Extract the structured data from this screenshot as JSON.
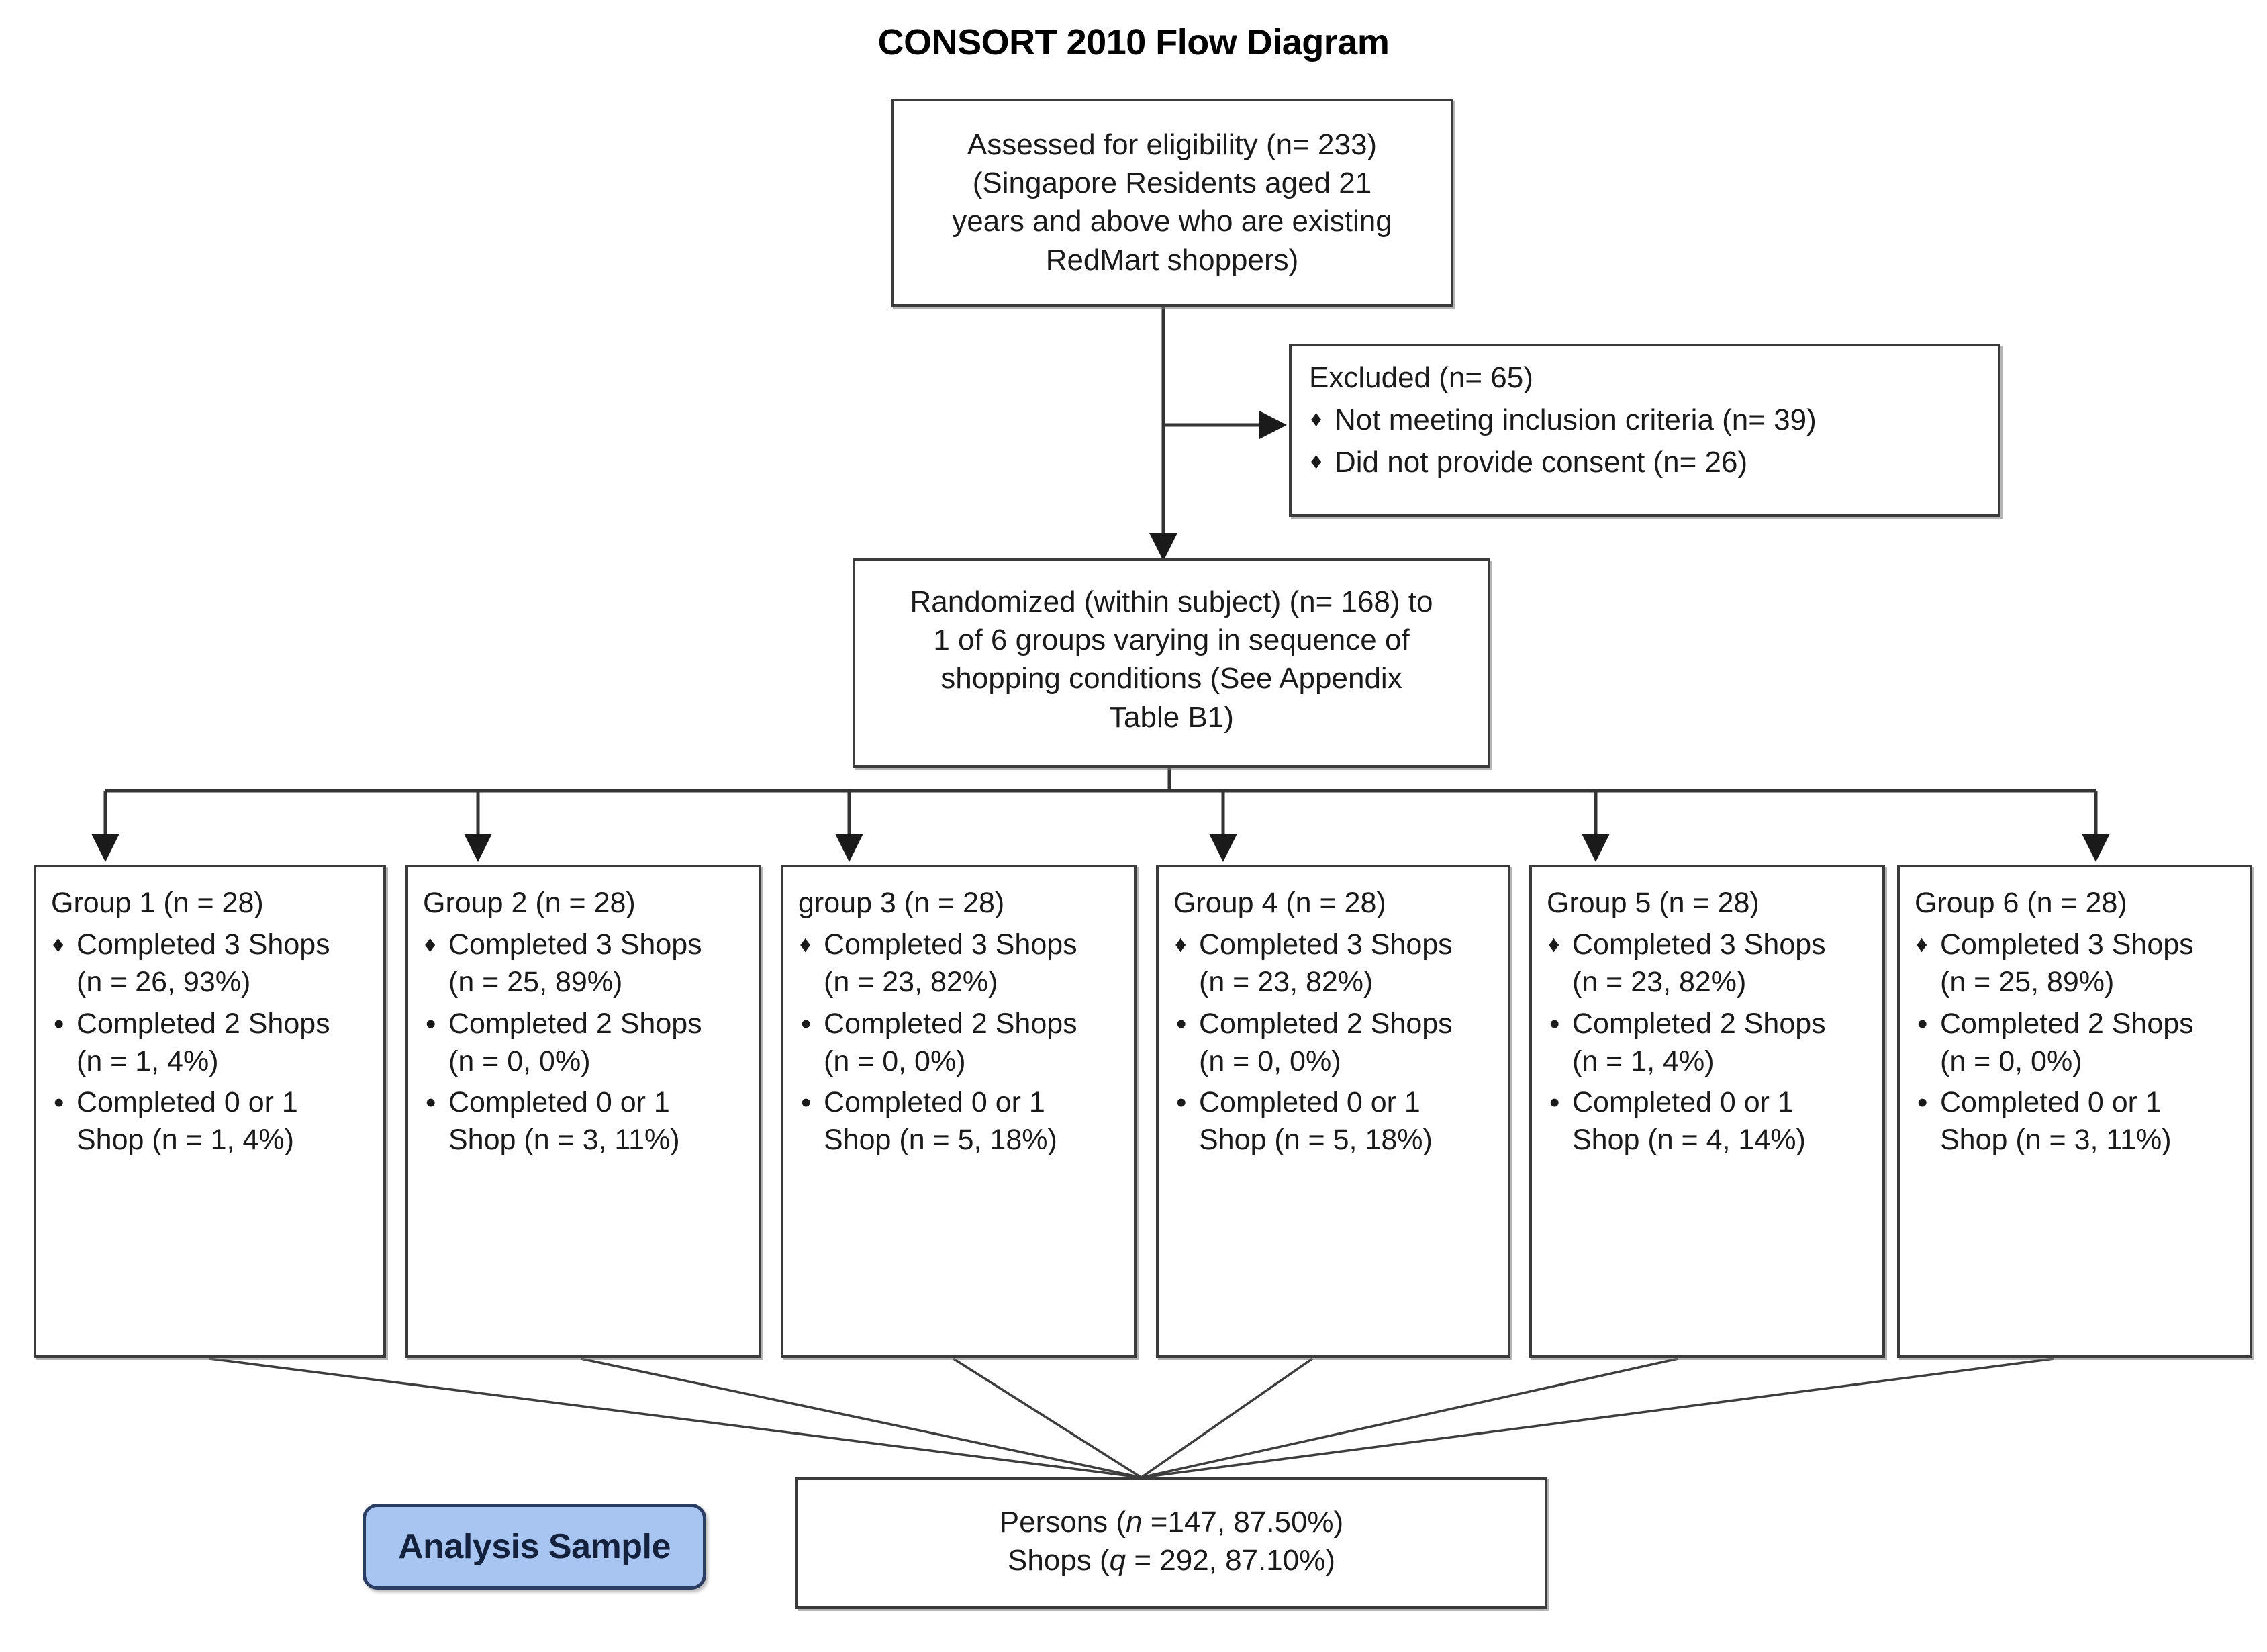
{
  "title": "CONSORT 2010 Flow Diagram",
  "colors": {
    "badge_fill": "#a8c4f0",
    "badge_border": "#2c3d63",
    "badge_text": "#14213d",
    "box_border": "#3b3b3b",
    "line": "#333333"
  },
  "eligibility": {
    "lines": [
      "Assessed for eligibility (n= 233)",
      "(Singapore Residents aged 21",
      "years and above who are existing",
      "RedMart shoppers)"
    ]
  },
  "excluded": {
    "heading": "Excluded (n= 65)",
    "items": [
      "Not meeting inclusion criteria (n= 39)",
      "Did not provide consent (n= 26)"
    ],
    "bullet": "diamond-bullet"
  },
  "randomized": {
    "lines": [
      "Randomized (within subject) (n= 168) to",
      "1 of 6 groups varying in sequence of",
      "shopping conditions (See Appendix",
      "Table B1)"
    ]
  },
  "groups": [
    {
      "title": "Group 1 (n = 28)",
      "items": [
        {
          "bullet": "diamond",
          "line1": "Completed 3 Shops",
          "line2": "(n = 26, 93%)"
        },
        {
          "bullet": "dot",
          "line1": "Completed 2 Shops",
          "line2": "(n = 1, 4%)"
        },
        {
          "bullet": "dot",
          "line1": "Completed 0 or 1",
          "line2": "Shop (n = 1, 4%)"
        }
      ]
    },
    {
      "title": "Group 2 (n = 28)",
      "items": [
        {
          "bullet": "diamond",
          "line1": "Completed 3 Shops",
          "line2": "(n = 25, 89%)"
        },
        {
          "bullet": "dot",
          "line1": "Completed 2 Shops",
          "line2": "(n = 0, 0%)"
        },
        {
          "bullet": "dot",
          "line1": "Completed 0 or 1",
          "line2": "Shop (n = 3, 11%)"
        }
      ]
    },
    {
      "title": "group 3 (n = 28)",
      "items": [
        {
          "bullet": "diamond",
          "line1": "Completed 3 Shops",
          "line2": "(n = 23, 82%)"
        },
        {
          "bullet": "dot",
          "line1": "Completed 2 Shops",
          "line2": "(n = 0, 0%)"
        },
        {
          "bullet": "dot",
          "line1": "Completed 0 or 1",
          "line2": "Shop (n = 5, 18%)"
        }
      ]
    },
    {
      "title": "Group 4 (n = 28)",
      "items": [
        {
          "bullet": "diamond",
          "line1": "Completed 3 Shops",
          "line2": "(n = 23, 82%)"
        },
        {
          "bullet": "dot",
          "line1": "Completed 2 Shops",
          "line2": "(n = 0, 0%)"
        },
        {
          "bullet": "dot",
          "line1": "Completed 0 or 1",
          "line2": "Shop (n = 5, 18%)"
        }
      ]
    },
    {
      "title": "Group 5 (n = 28)",
      "items": [
        {
          "bullet": "diamond",
          "line1": "Completed 3 Shops",
          "line2": "(n = 23, 82%)"
        },
        {
          "bullet": "dot",
          "line1": "Completed 2 Shops",
          "line2": "(n = 1, 4%)"
        },
        {
          "bullet": "dot",
          "line1": "Completed 0 or 1",
          "line2": "Shop (n = 4, 14%)"
        }
      ]
    },
    {
      "title": "Group 6 (n = 28)",
      "items": [
        {
          "bullet": "diamond",
          "line1": "Completed 3 Shops",
          "line2": "(n = 25, 89%)"
        },
        {
          "bullet": "dot",
          "line1": "Completed 2 Shops",
          "line2": "(n = 0, 0%)"
        },
        {
          "bullet": "dot",
          "line1": "Completed 0 or 1",
          "line2": "Shop (n = 3, 11%)"
        }
      ]
    }
  ],
  "analysis_sample": {
    "badge_label": "Analysis Sample",
    "persons": {
      "label": "Persons (",
      "symbol": "n",
      "value": " =147, 87.50%)"
    },
    "shops": {
      "label": "Shops (",
      "symbol": "q",
      "value": " = 292, 87.10%)"
    }
  },
  "glyphs": {
    "diamond": "♦",
    "dot": "•"
  }
}
